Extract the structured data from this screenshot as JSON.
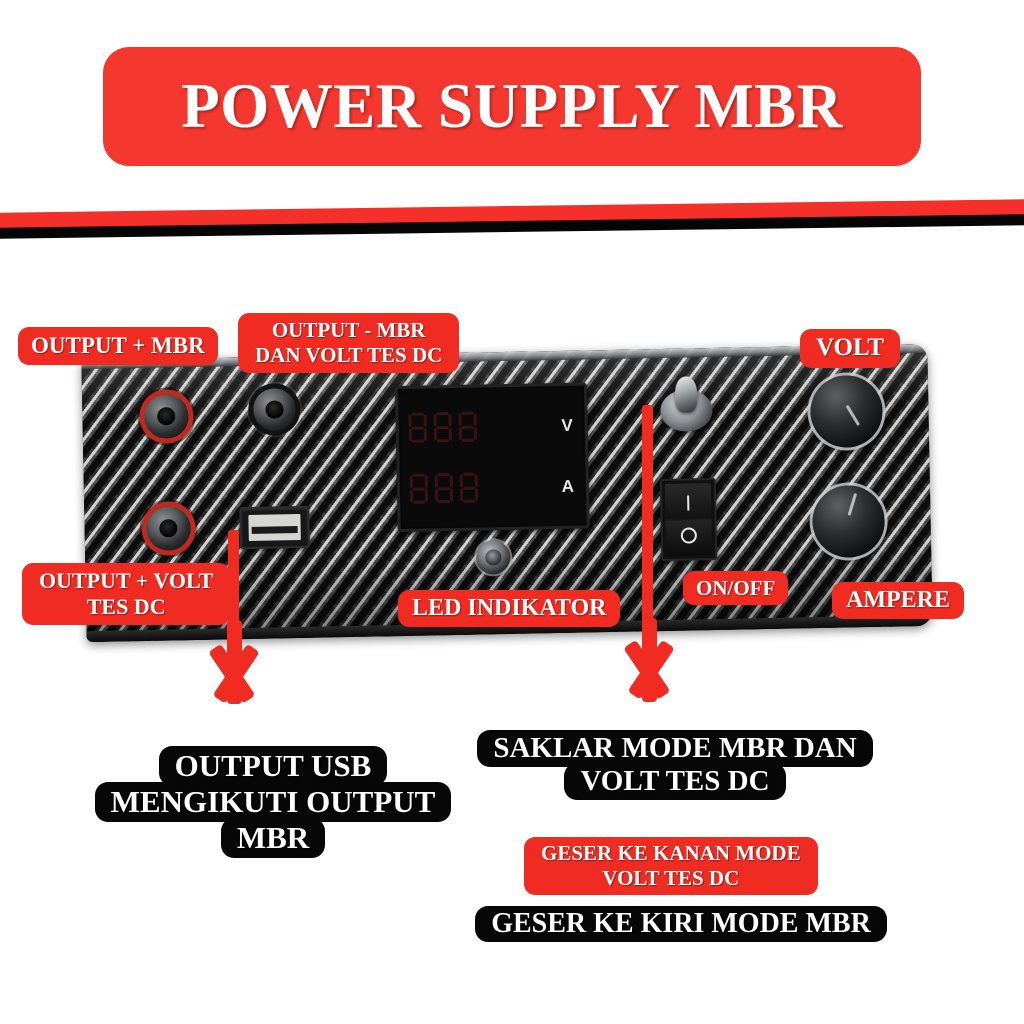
{
  "title": {
    "text": "POWER SUPPLY MBR"
  },
  "colors": {
    "accent_red": "#ef2b22",
    "banner_red": "#f4382f",
    "callout_black": "#070707",
    "white": "#ffffff"
  },
  "panel": {
    "name": "power-supply-front-panel",
    "finish": "carbon-fiber",
    "meter": {
      "display_state": "off",
      "rows": [
        {
          "unit": "V",
          "digit_count": 3,
          "value": ""
        },
        {
          "unit": "A",
          "digit_count": 3,
          "value": ""
        }
      ]
    },
    "rocker_switch": {
      "on_mark": "I",
      "off_mark": "O"
    },
    "ports": {
      "banana_red_top": "output-positive-mbr",
      "banana_black_top": "output-negative-mbr",
      "banana_red_bottom": "output-positive-volt-test-dc",
      "usb": "usb-output"
    },
    "knobs": [
      {
        "name": "volt-knob"
      },
      {
        "name": "ampere-knob"
      }
    ],
    "led": {
      "name": "led-indicator"
    },
    "toggle": {
      "name": "mode-toggle-switch"
    }
  },
  "red_labels": {
    "output_plus_mbr": "OUTPUT  + MBR",
    "output_minus_mbr_l1": "OUTPUT - MBR",
    "output_minus_mbr_l2": "DAN VOLT TES DC",
    "output_plus_volt_l1": "OUTPUT + VOLT",
    "output_plus_volt_l2": "TES DC",
    "volt": "VOLT",
    "on_off": "ON/OFF",
    "ampere": "AMPERE",
    "led_indikator": "LED INDIKATOR",
    "geser_kanan_l1": "GESER KE KANAN MODE",
    "geser_kanan_l2": "VOLT TES DC"
  },
  "black_labels": {
    "usb_note_l1": "OUTPUT USB",
    "usb_note_l2": "MENGIKUTI OUTPUT",
    "usb_note_l3": "MBR",
    "saklar_l1": "SAKLAR MODE MBR DAN",
    "saklar_l2": "VOLT TES DC",
    "geser_kiri": "GESER KE KIRI MODE MBR"
  }
}
